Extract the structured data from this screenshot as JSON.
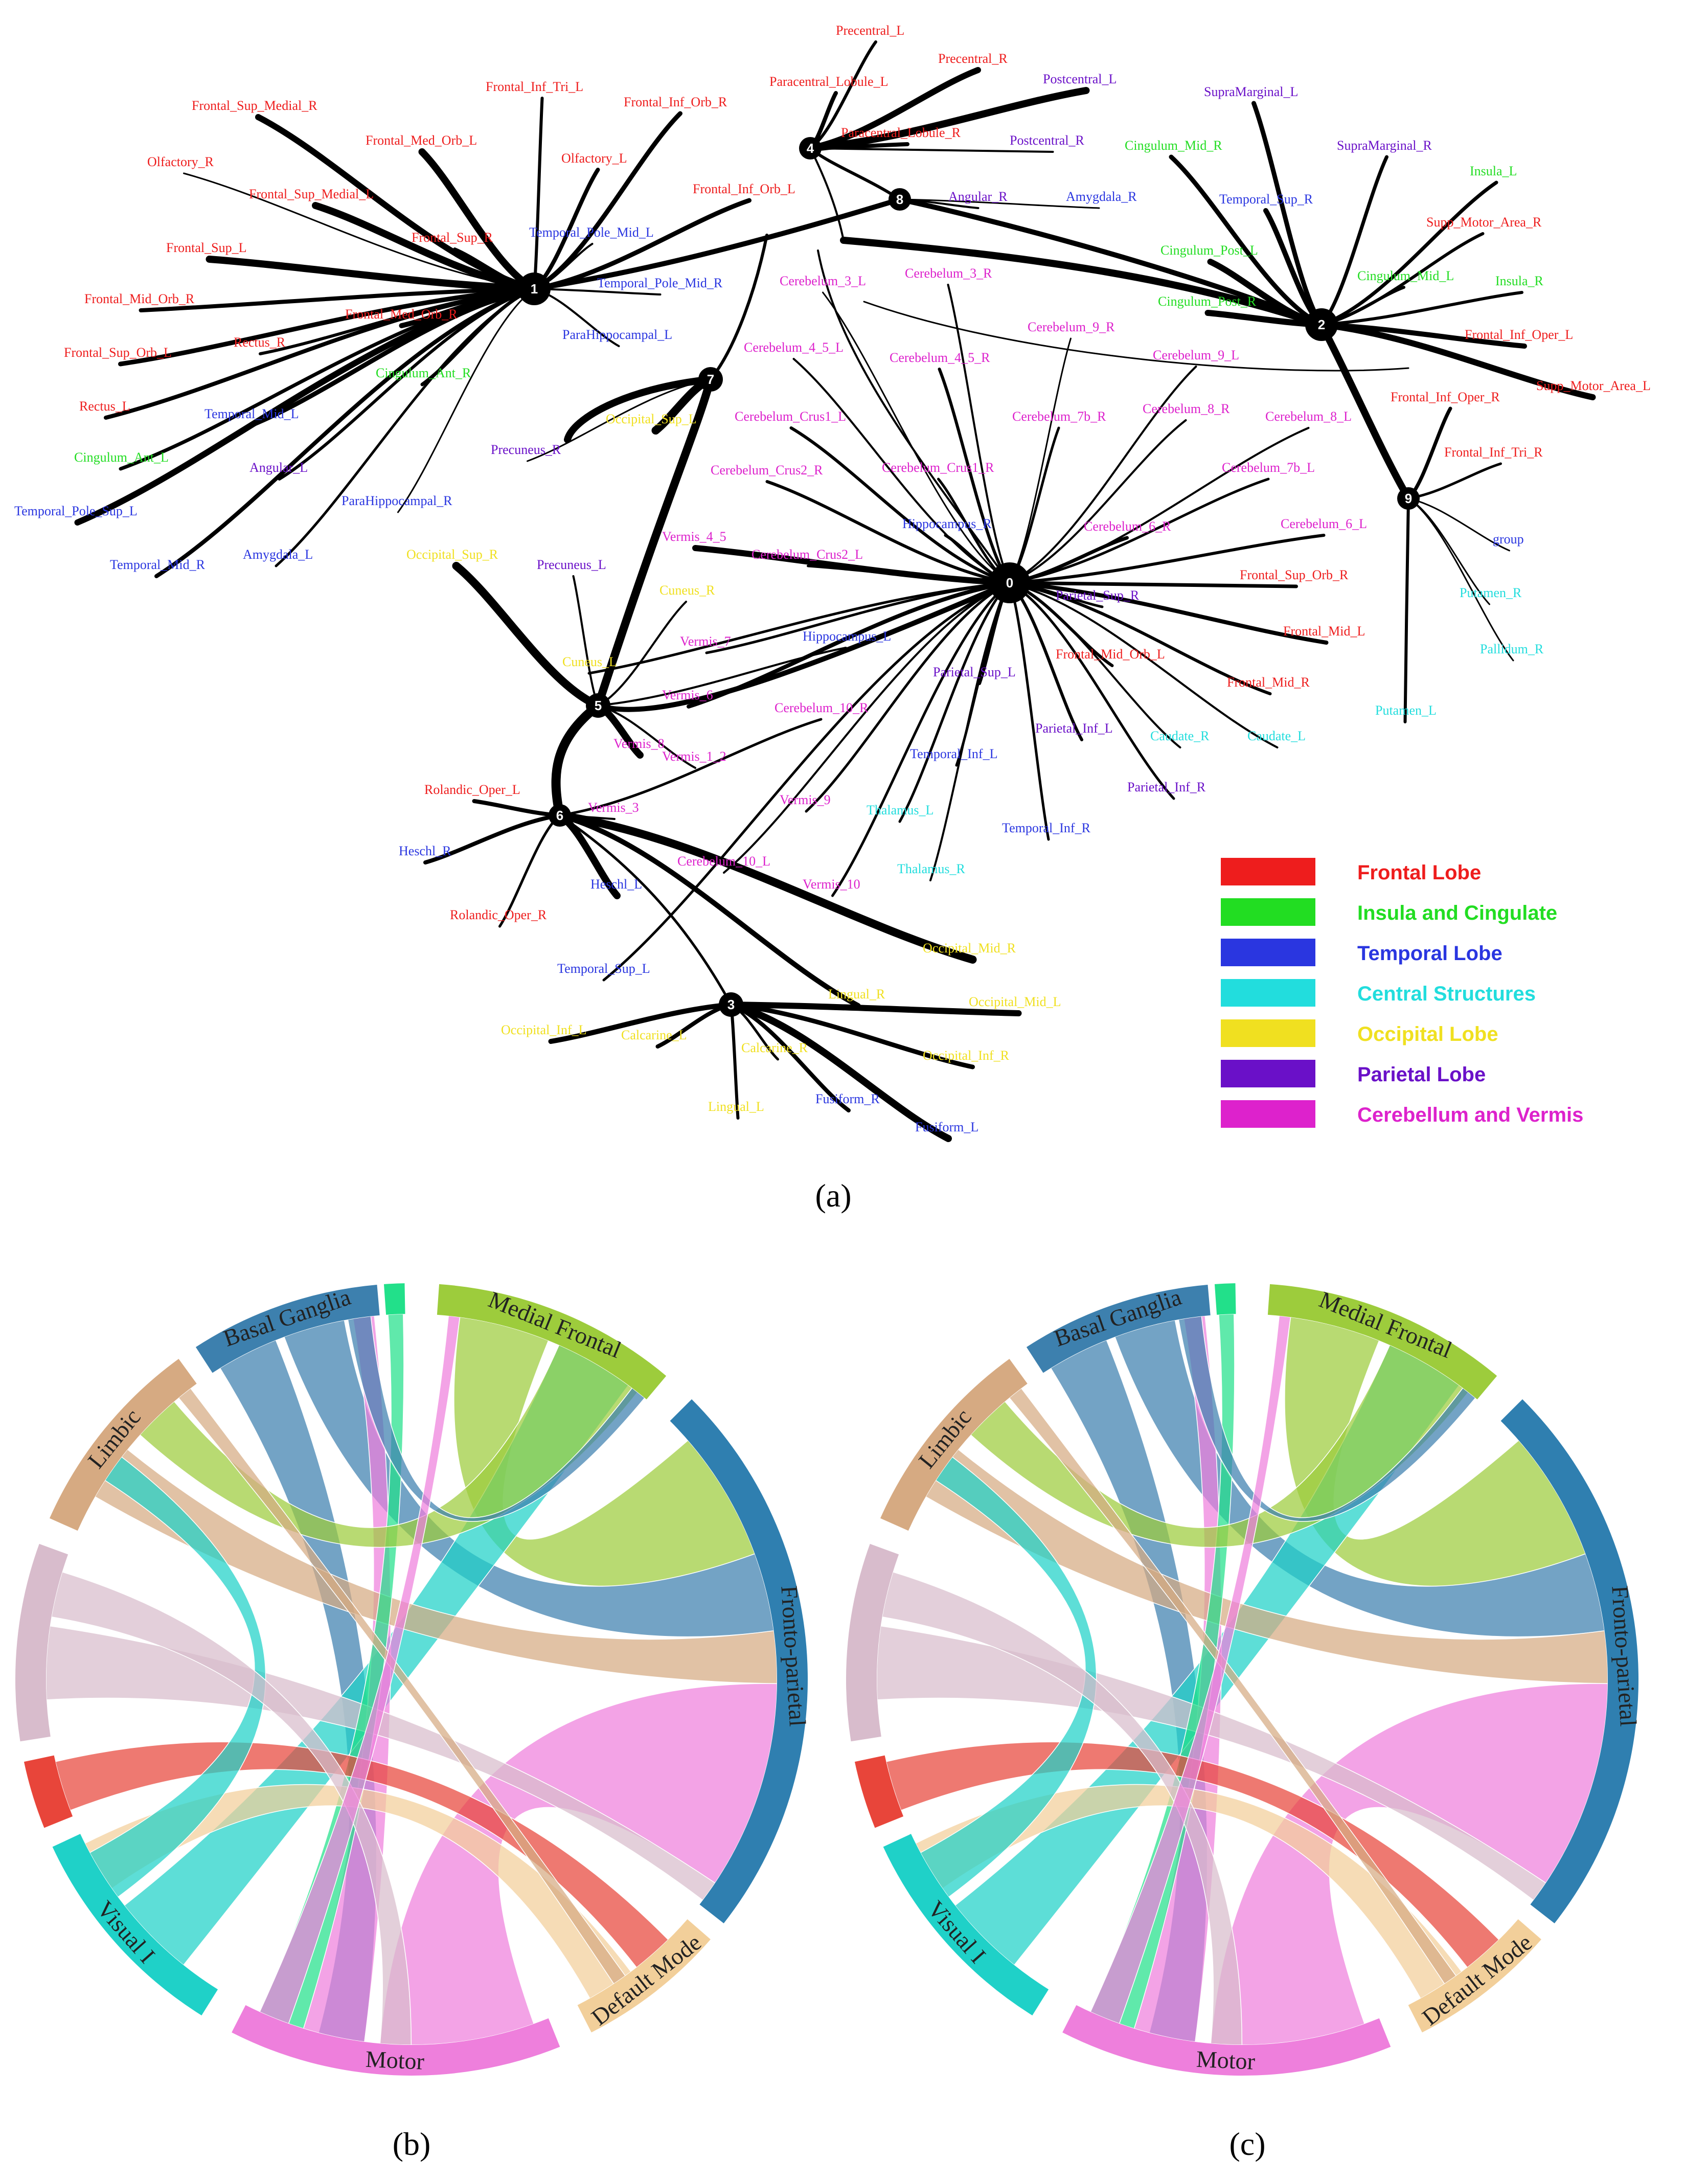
{
  "colors": {
    "frontal": "#ee1d1d",
    "insula": "#22dd22",
    "temporal": "#2a36e0",
    "central": "#22dddd",
    "occipital": "#f0e020",
    "parietal": "#6a10c8",
    "cerebellum": "#dd22cc"
  },
  "legend": [
    {
      "label": "Frontal Lobe",
      "color": "#ee1d1d"
    },
    {
      "label": "Insula and Cingulate",
      "color": "#22dd22"
    },
    {
      "label": "Temporal Lobe",
      "color": "#2a36e0"
    },
    {
      "label": "Central Structures",
      "color": "#22dddd"
    },
    {
      "label": "Occipital Lobe",
      "color": "#f0e020"
    },
    {
      "label": "Parietal Lobe",
      "color": "#6a10c8"
    },
    {
      "label": "Cerebellum and Vermis",
      "color": "#dd22cc"
    }
  ],
  "tree": {
    "nodes": [
      {
        "id": "0",
        "label": "0"
      },
      {
        "id": "1",
        "label": "1"
      },
      {
        "id": "2",
        "label": "2"
      },
      {
        "id": "3",
        "label": "3"
      },
      {
        "id": "4",
        "label": "4"
      },
      {
        "id": "5",
        "label": "5"
      },
      {
        "id": "6",
        "label": "6"
      },
      {
        "id": "7",
        "label": "7"
      },
      {
        "id": "8",
        "label": "8"
      },
      {
        "id": "9",
        "label": "9"
      }
    ],
    "leaves": [
      {
        "t": "Frontal_Sup_Medial_R",
        "c": "frontal"
      },
      {
        "t": "Frontal_Inf_Tri_L",
        "c": "frontal"
      },
      {
        "t": "Frontal_Inf_Orb_R",
        "c": "frontal"
      },
      {
        "t": "Frontal_Med_Orb_L",
        "c": "frontal"
      },
      {
        "t": "Olfactory_R",
        "c": "frontal"
      },
      {
        "t": "Olfactory_L",
        "c": "frontal"
      },
      {
        "t": "Frontal_Sup_Medial_L",
        "c": "frontal"
      },
      {
        "t": "Frontal_Inf_Orb_L",
        "c": "frontal"
      },
      {
        "t": "Temporal_Pole_Mid_L",
        "c": "temporal"
      },
      {
        "t": "Frontal_Sup_R",
        "c": "frontal"
      },
      {
        "t": "Frontal_Sup_L",
        "c": "frontal"
      },
      {
        "t": "Temporal_Pole_Mid_R",
        "c": "temporal"
      },
      {
        "t": "Frontal_Mid_Orb_R",
        "c": "frontal"
      },
      {
        "t": "Frontal_Med_Orb_R",
        "c": "frontal"
      },
      {
        "t": "ParaHippocampal_L",
        "c": "temporal"
      },
      {
        "t": "Rectus_R",
        "c": "frontal"
      },
      {
        "t": "Frontal_Sup_Orb_L",
        "c": "frontal"
      },
      {
        "t": "Cingulum_Ant_R",
        "c": "insula"
      },
      {
        "t": "Rectus_L",
        "c": "frontal"
      },
      {
        "t": "Temporal_Mid_L",
        "c": "temporal"
      },
      {
        "t": "Cingulum_Ant_L",
        "c": "insula"
      },
      {
        "t": "Precuneus_R",
        "c": "parietal"
      },
      {
        "t": "Angular_L",
        "c": "parietal"
      },
      {
        "t": "ParaHippocampal_R",
        "c": "temporal"
      },
      {
        "t": "Temporal_Pole_Sup_L",
        "c": "temporal"
      },
      {
        "t": "Amygdala_L",
        "c": "temporal"
      },
      {
        "t": "Temporal_Mid_R",
        "c": "temporal"
      },
      {
        "t": "Precentral_L",
        "c": "frontal"
      },
      {
        "t": "Precentral_R",
        "c": "frontal"
      },
      {
        "t": "Paracentral_Lobule_L",
        "c": "frontal"
      },
      {
        "t": "Postcentral_L",
        "c": "parietal"
      },
      {
        "t": "Paracentral_Lobule_R",
        "c": "frontal"
      },
      {
        "t": "Postcentral_R",
        "c": "parietal"
      },
      {
        "t": "Angular_R",
        "c": "parietal"
      },
      {
        "t": "Amygdala_R",
        "c": "temporal"
      },
      {
        "t": "SupraMarginal_L",
        "c": "parietal"
      },
      {
        "t": "SupraMarginal_R",
        "c": "parietal"
      },
      {
        "t": "Cingulum_Mid_R",
        "c": "insula"
      },
      {
        "t": "Insula_L",
        "c": "insula"
      },
      {
        "t": "Temporal_Sup_R",
        "c": "temporal"
      },
      {
        "t": "Supp_Motor_Area_R",
        "c": "frontal"
      },
      {
        "t": "Cingulum_Post_L",
        "c": "insula"
      },
      {
        "t": "Cingulum_Mid_L",
        "c": "insula"
      },
      {
        "t": "Insula_R",
        "c": "insula"
      },
      {
        "t": "Cingulum_Post_R",
        "c": "insula"
      },
      {
        "t": "Frontal_Inf_Oper_L",
        "c": "frontal"
      },
      {
        "t": "Supp_Motor_Area_L",
        "c": "frontal"
      },
      {
        "t": "Frontal_Inf_Oper_R",
        "c": "frontal"
      },
      {
        "t": "Frontal_Inf_Tri_R",
        "c": "frontal"
      },
      {
        "t": "group",
        "c": "temporal"
      },
      {
        "t": "Putamen_R",
        "c": "central"
      },
      {
        "t": "Pallidum_R",
        "c": "central"
      },
      {
        "t": "Putamen_L",
        "c": "central"
      },
      {
        "t": "Cerebelum_3_L",
        "c": "cerebellum"
      },
      {
        "t": "Cerebelum_3_R",
        "c": "cerebellum"
      },
      {
        "t": "Cerebelum_4_5_L",
        "c": "cerebellum"
      },
      {
        "t": "Cerebelum_9_R",
        "c": "cerebellum"
      },
      {
        "t": "Cerebelum_4_5_R",
        "c": "cerebellum"
      },
      {
        "t": "Cerebelum_9_L",
        "c": "cerebellum"
      },
      {
        "t": "Cerebelum_Crus1_L",
        "c": "cerebellum"
      },
      {
        "t": "Cerebelum_7b_R",
        "c": "cerebellum"
      },
      {
        "t": "Cerebelum_8_R",
        "c": "cerebellum"
      },
      {
        "t": "Cerebelum_8_L",
        "c": "cerebellum"
      },
      {
        "t": "Occipital_Sup_L",
        "c": "occipital"
      },
      {
        "t": "Cerebelum_Crus2_R",
        "c": "cerebellum"
      },
      {
        "t": "Cerebelum_Crus1_R",
        "c": "cerebellum"
      },
      {
        "t": "Cerebelum_7b_L",
        "c": "cerebellum"
      },
      {
        "t": "Hippocampus_R",
        "c": "temporal"
      },
      {
        "t": "Cerebelum_6_R",
        "c": "cerebellum"
      },
      {
        "t": "Cerebelum_6_L",
        "c": "cerebellum"
      },
      {
        "t": "Vermis_4_5",
        "c": "cerebellum"
      },
      {
        "t": "Occipital_Sup_R",
        "c": "occipital"
      },
      {
        "t": "Cerebelum_Crus2_L",
        "c": "cerebellum"
      },
      {
        "t": "Frontal_Sup_Orb_R",
        "c": "frontal"
      },
      {
        "t": "Precuneus_L",
        "c": "parietal"
      },
      {
        "t": "Cuneus_R",
        "c": "occipital"
      },
      {
        "t": "Parietal_Sup_R",
        "c": "parietal"
      },
      {
        "t": "Frontal_Mid_L",
        "c": "frontal"
      },
      {
        "t": "Vermis_7",
        "c": "cerebellum"
      },
      {
        "t": "Hippocampus_L",
        "c": "temporal"
      },
      {
        "t": "Frontal_Mid_Orb_L",
        "c": "frontal"
      },
      {
        "t": "Cuneus_L",
        "c": "occipital"
      },
      {
        "t": "Parietal_Sup_L",
        "c": "parietal"
      },
      {
        "t": "Frontal_Mid_R",
        "c": "frontal"
      },
      {
        "t": "Vermis_6",
        "c": "cerebellum"
      },
      {
        "t": "Cerebelum_10_R",
        "c": "cerebellum"
      },
      {
        "t": "Parietal_Inf_L",
        "c": "parietal"
      },
      {
        "t": "Caudate_R",
        "c": "central"
      },
      {
        "t": "Caudate_L",
        "c": "central"
      },
      {
        "t": "Vermis_8",
        "c": "cerebellum"
      },
      {
        "t": "Vermis_1_2",
        "c": "cerebellum"
      },
      {
        "t": "Temporal_Inf_L",
        "c": "temporal"
      },
      {
        "t": "Rolandic_Oper_L",
        "c": "frontal"
      },
      {
        "t": "Parietal_Inf_R",
        "c": "parietal"
      },
      {
        "t": "Vermis_3",
        "c": "cerebellum"
      },
      {
        "t": "Vermis_9",
        "c": "cerebellum"
      },
      {
        "t": "Thalamus_L",
        "c": "central"
      },
      {
        "t": "Temporal_Inf_R",
        "c": "temporal"
      },
      {
        "t": "Heschl_R",
        "c": "temporal"
      },
      {
        "t": "Cerebelum_10_L",
        "c": "cerebellum"
      },
      {
        "t": "Thalamus_R",
        "c": "central"
      },
      {
        "t": "Heschl_L",
        "c": "temporal"
      },
      {
        "t": "Vermis_10",
        "c": "cerebellum"
      },
      {
        "t": "Rolandic_Oper_R",
        "c": "frontal"
      },
      {
        "t": "Temporal_Sup_L",
        "c": "temporal"
      },
      {
        "t": "Occipital_Mid_R",
        "c": "occipital"
      },
      {
        "t": "Lingual_R",
        "c": "occipital"
      },
      {
        "t": "Occipital_Mid_L",
        "c": "occipital"
      },
      {
        "t": "Occipital_Inf_L",
        "c": "occipital"
      },
      {
        "t": "Calcarine_L",
        "c": "occipital"
      },
      {
        "t": "Calcarine_R",
        "c": "occipital"
      },
      {
        "t": "Occipital_Inf_R",
        "c": "occipital"
      },
      {
        "t": "Lingual_L",
        "c": "occipital"
      },
      {
        "t": "Fusiform_R",
        "c": "temporal"
      },
      {
        "t": "Fusiform_L",
        "c": "temporal"
      }
    ]
  },
  "captions": {
    "a": "(a)",
    "b": "(b)",
    "c": "(c)"
  },
  "chord": {
    "groups": [
      {
        "label": "Medial Frontal",
        "color": "#9dcc3c"
      },
      {
        "label": "Fronto-parietal",
        "color": "#2f7fb0"
      },
      {
        "label": "Default Mode",
        "color": "#f2cf9a"
      },
      {
        "label": "Motor",
        "color": "#ee7fdc"
      },
      {
        "label": "Visual I",
        "color": "#1fd1c8"
      },
      {
        "label": "",
        "color": "#e8453a"
      },
      {
        "label": "",
        "color": "#d8bccc"
      },
      {
        "label": "Limbic",
        "color": "#d6aa82"
      },
      {
        "label": "Basal Ganglia",
        "color": "#3d80ae"
      },
      {
        "label": "",
        "color": "#22e08a"
      }
    ]
  }
}
